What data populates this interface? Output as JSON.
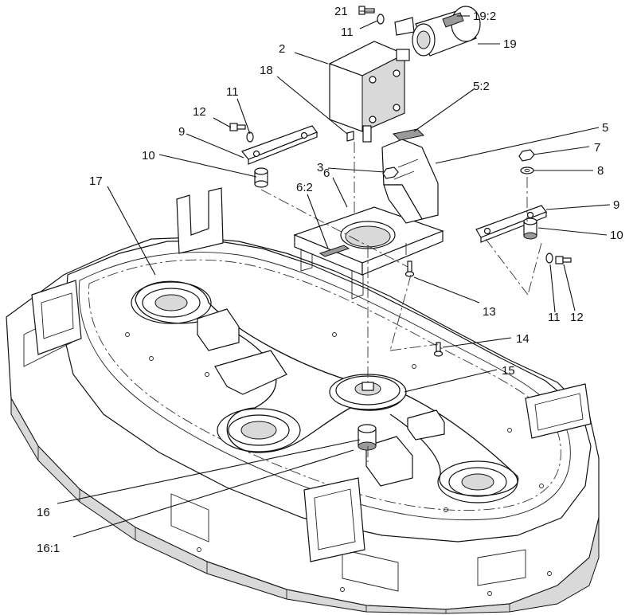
{
  "callouts": [
    {
      "id": "c21",
      "text": "21"
    },
    {
      "id": "c19-2",
      "text": "19:2"
    },
    {
      "id": "c11a",
      "text": "11"
    },
    {
      "id": "c19",
      "text": "19"
    },
    {
      "id": "c2",
      "text": "2"
    },
    {
      "id": "c18",
      "text": "18"
    },
    {
      "id": "c5-2",
      "text": "5:2"
    },
    {
      "id": "c11b",
      "text": "11"
    },
    {
      "id": "c12a",
      "text": "12"
    },
    {
      "id": "c9a",
      "text": "9"
    },
    {
      "id": "c5",
      "text": "5"
    },
    {
      "id": "c10a",
      "text": "10"
    },
    {
      "id": "c7",
      "text": "7"
    },
    {
      "id": "c3",
      "text": "3"
    },
    {
      "id": "c6",
      "text": "6"
    },
    {
      "id": "c8",
      "text": "8"
    },
    {
      "id": "c17",
      "text": "17"
    },
    {
      "id": "c6-2",
      "text": "6:2"
    },
    {
      "id": "c9b",
      "text": "9"
    },
    {
      "id": "c10b",
      "text": "10"
    },
    {
      "id": "c13",
      "text": "13"
    },
    {
      "id": "c11c",
      "text": "11"
    },
    {
      "id": "c12b",
      "text": "12"
    },
    {
      "id": "c14",
      "text": "14"
    },
    {
      "id": "c15",
      "text": "15"
    },
    {
      "id": "c16",
      "text": "16"
    },
    {
      "id": "c16-1",
      "text": "16:1"
    }
  ]
}
